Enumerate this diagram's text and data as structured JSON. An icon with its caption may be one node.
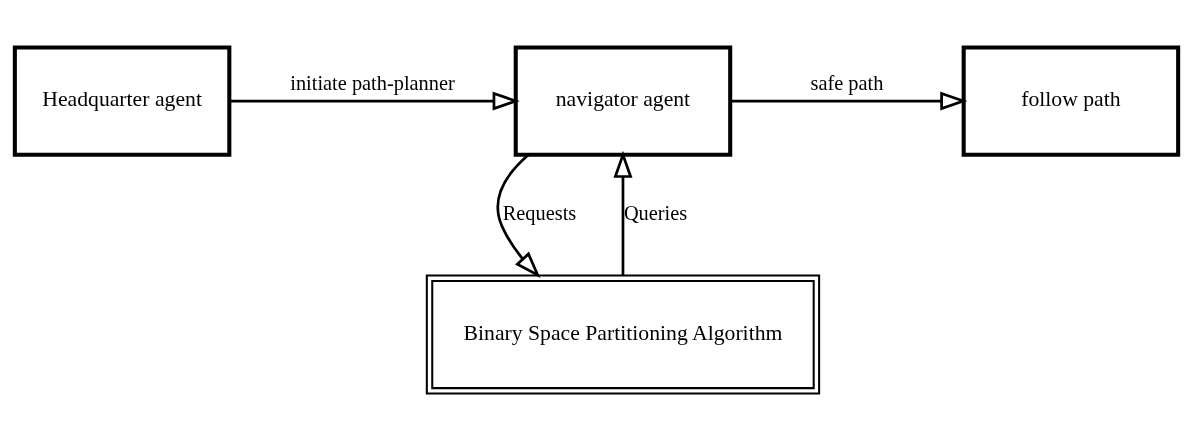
{
  "diagram": {
    "nodes": [
      {
        "text": [
          "Headquarter agent"
        ]
      },
      {
        "text": [
          "navigator agent"
        ]
      },
      {
        "text": [
          "follow path"
        ]
      },
      {
        "text": [
          "Binary Space Partitioning Algorithm"
        ]
      }
    ],
    "edges": [
      {
        "from": 0,
        "to": 1,
        "arrow": "to",
        "label": "initiate path-planner"
      },
      {
        "from": 1,
        "to": 2,
        "arrow": "to",
        "label": "safe path"
      },
      {
        "from": 1,
        "to": 3,
        "arrow": "to",
        "label": "Requests"
      },
      {
        "from": 3,
        "to": 1,
        "arrow": "to",
        "label": "Queries"
      }
    ]
  }
}
